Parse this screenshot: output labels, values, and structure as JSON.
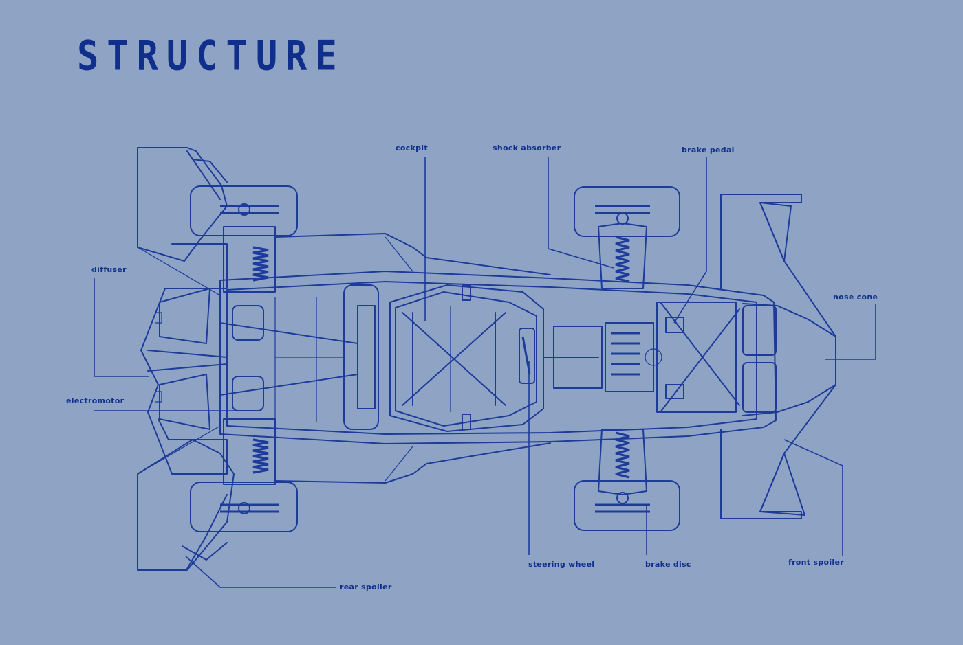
{
  "title": "STRUCTURE",
  "colors": {
    "background": "#8fa3c4",
    "ink": "#1c3b9a",
    "title": "#102f8c"
  },
  "labels": {
    "cockpit": "cockpit",
    "shock_absorber": "shock absorber",
    "brake_pedal": "brake pedal",
    "diffuser": "diffuser",
    "nose_cone": "nose cone",
    "electromotor": "electromotor",
    "steering_wheel": "steering wheel",
    "brake_disc": "brake disc",
    "front_spoiler": "front spoiler",
    "rear_spoiler": "rear spoiler"
  }
}
